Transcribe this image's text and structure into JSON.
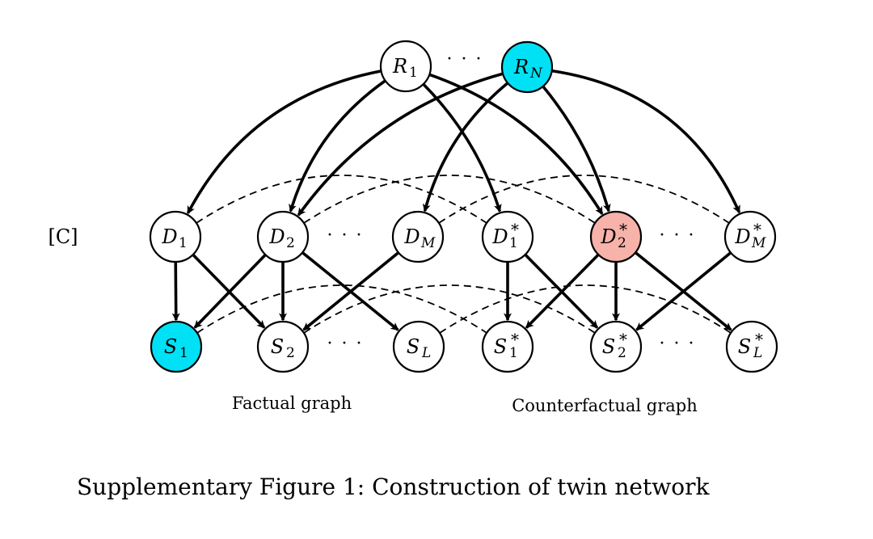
{
  "context_label": "[C]",
  "graph_labels": {
    "factual": "Factual graph",
    "counterfactual": "Counterfactual graph"
  },
  "caption": "Supplementary Figure 1: Construction of twin network",
  "ellipsis": "· · ·",
  "colors": {
    "cyan_fill": "#00e1f5",
    "pink_fill": "#f7b2aa",
    "white_fill": "#ffffff"
  },
  "nodes": {
    "R1": {
      "base": "R",
      "sub": "1",
      "sup": "",
      "fill": "white"
    },
    "RN": {
      "base": "R",
      "sub": "N",
      "sup": "",
      "fill": "cyan"
    },
    "D1": {
      "base": "D",
      "sub": "1",
      "sup": "",
      "fill": "white"
    },
    "D2": {
      "base": "D",
      "sub": "2",
      "sup": "",
      "fill": "white"
    },
    "DM": {
      "base": "D",
      "sub": "M",
      "sup": "",
      "fill": "white"
    },
    "D1s": {
      "base": "D",
      "sub": "1",
      "sup": "*",
      "fill": "white"
    },
    "D2s": {
      "base": "D",
      "sub": "2",
      "sup": "*",
      "fill": "pink"
    },
    "DMs": {
      "base": "D",
      "sub": "M",
      "sup": "*",
      "fill": "white"
    },
    "S1": {
      "base": "S",
      "sub": "1",
      "sup": "",
      "fill": "cyan"
    },
    "S2": {
      "base": "S",
      "sub": "2",
      "sup": "",
      "fill": "white"
    },
    "SL": {
      "base": "S",
      "sub": "L",
      "sup": "",
      "fill": "white"
    },
    "S1s": {
      "base": "S",
      "sub": "1",
      "sup": "*",
      "fill": "white"
    },
    "S2s": {
      "base": "S",
      "sub": "2",
      "sup": "*",
      "fill": "white"
    },
    "SLs": {
      "base": "S",
      "sub": "L",
      "sup": "*",
      "fill": "white"
    }
  },
  "edges_solid": [
    [
      "R1",
      "D1"
    ],
    [
      "R1",
      "D2"
    ],
    [
      "R1",
      "D1s"
    ],
    [
      "R1",
      "D2s"
    ],
    [
      "RN",
      "D2"
    ],
    [
      "RN",
      "DM"
    ],
    [
      "RN",
      "D2s"
    ],
    [
      "RN",
      "DMs"
    ],
    [
      "D1",
      "S1"
    ],
    [
      "D1",
      "S2"
    ],
    [
      "D2",
      "S1"
    ],
    [
      "D2",
      "S2"
    ],
    [
      "D2",
      "SL"
    ],
    [
      "DM",
      "S2"
    ],
    [
      "D1s",
      "S1s"
    ],
    [
      "D1s",
      "S2s"
    ],
    [
      "D2s",
      "S1s"
    ],
    [
      "D2s",
      "S2s"
    ],
    [
      "D2s",
      "SLs"
    ],
    [
      "DMs",
      "S2s"
    ]
  ],
  "edges_dashed": [
    [
      "D1",
      "D1s"
    ],
    [
      "D2",
      "D2s"
    ],
    [
      "DM",
      "DMs"
    ],
    [
      "S1",
      "S1s"
    ],
    [
      "S2",
      "S2s"
    ],
    [
      "SL",
      "SLs"
    ]
  ]
}
